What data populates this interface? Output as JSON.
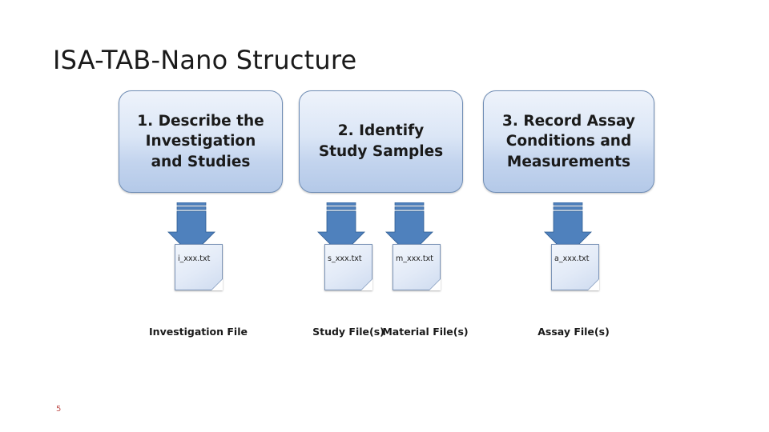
{
  "slide": {
    "title": "ISA-TAB-Nano Structure",
    "page_number": "5"
  },
  "diagram": {
    "boxes": [
      {
        "id": "describe-investigation",
        "line1": "1. Describe the",
        "line2": "Investigation",
        "line3": "and Studies"
      },
      {
        "id": "identify-study-samples",
        "line1": "2. Identify",
        "line2": "Study Samples",
        "line3": ""
      },
      {
        "id": "record-assay",
        "line1": "3. Record Assay",
        "line2": "Conditions and",
        "line3": "Measurements"
      }
    ],
    "files": [
      {
        "id": "investigation-file",
        "filename": "i_xxx.txt",
        "caption": "Investigation File"
      },
      {
        "id": "study-file",
        "filename": "s_xxx.txt",
        "caption": "Study File(s)"
      },
      {
        "id": "material-file",
        "filename": "m_xxx.txt",
        "caption": "Material File(s)"
      },
      {
        "id": "assay-file",
        "filename": "a_xxx.txt",
        "caption": "Assay File(s)"
      }
    ],
    "arrow_color": "#4f81bd"
  }
}
